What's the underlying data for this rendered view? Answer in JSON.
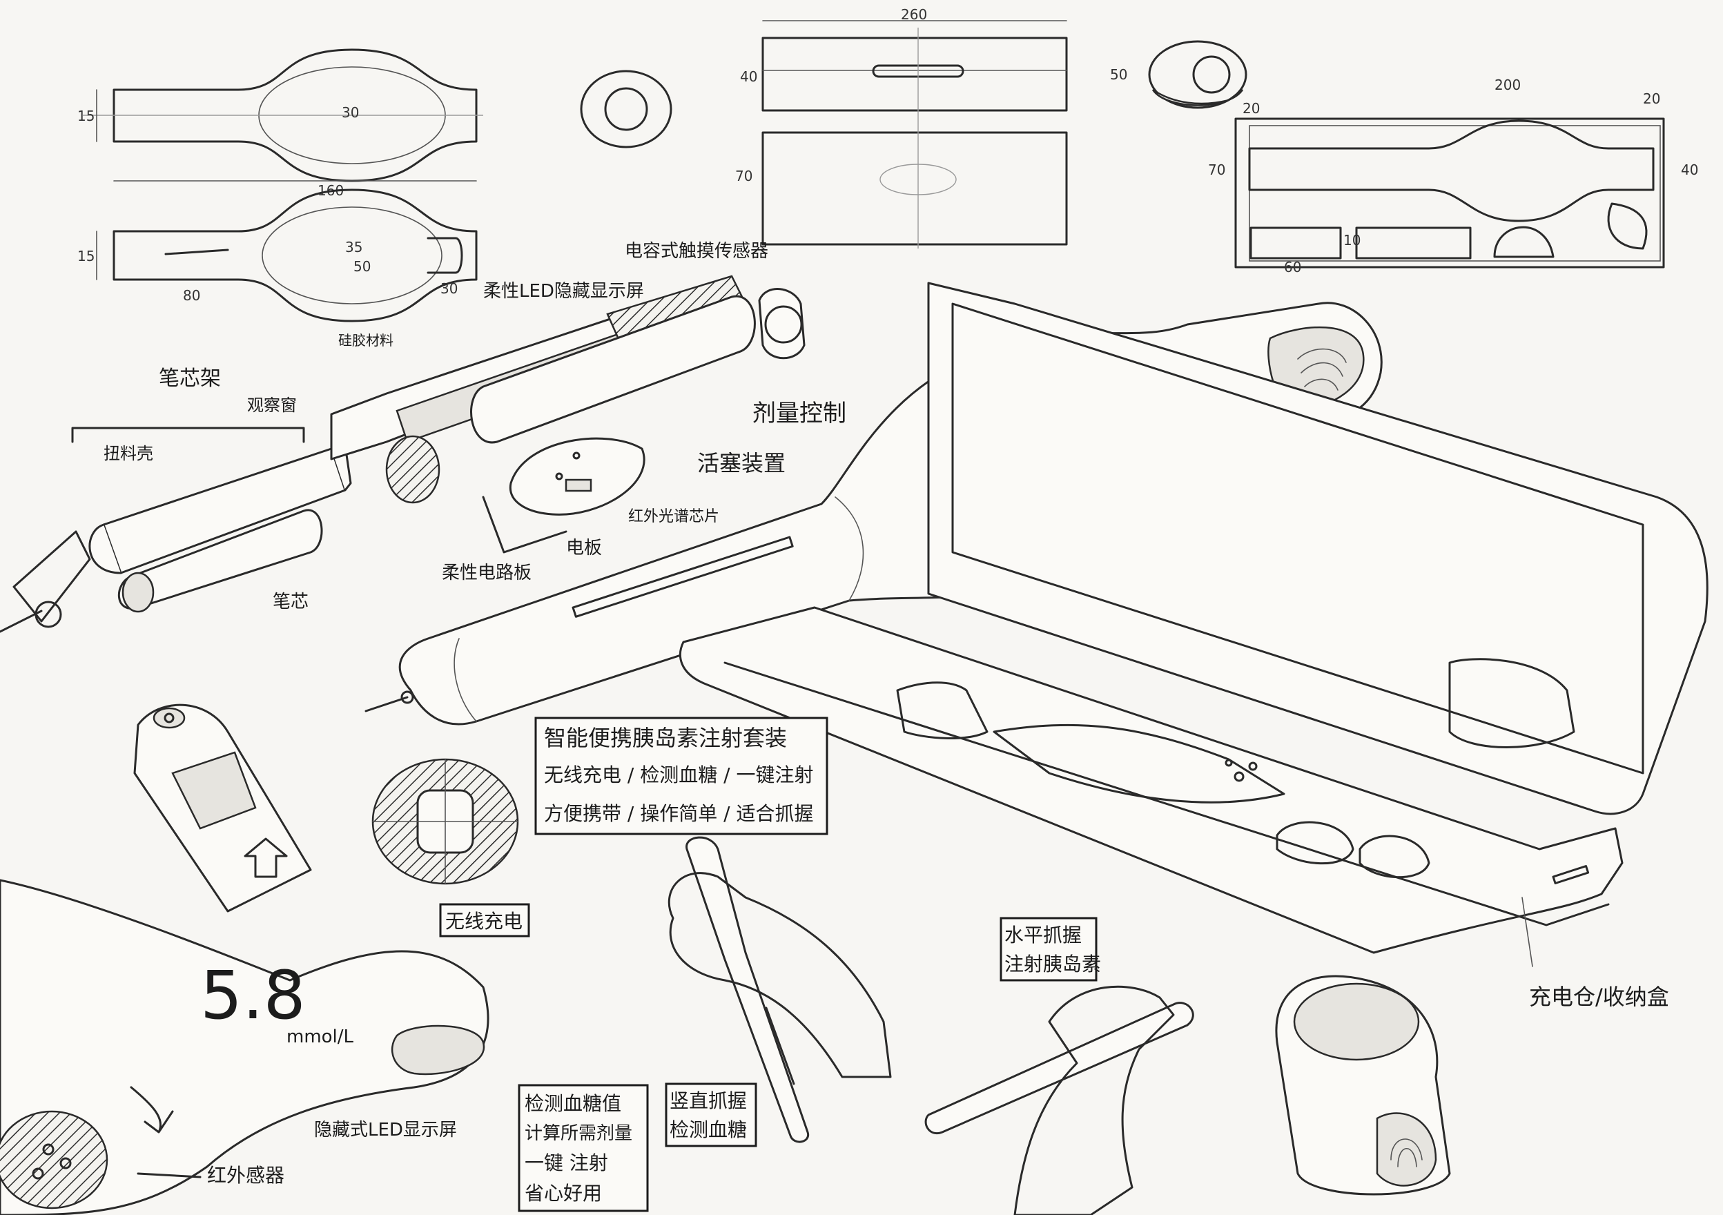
{
  "title_box": {
    "line1": "智能便携胰岛素注射套装",
    "line2": "无线充电 / 检测血糖 / 一键注射",
    "line3": "方便携带 / 操作简单 / 适合抓握"
  },
  "labels": {
    "pen_frame": "笔芯架",
    "twist_shell": "扭料壳",
    "view_window": "观察窗",
    "silicone": "硅胶材料",
    "flex_led": "柔性LED隐藏显示屏",
    "touch_sensor": "电容式触摸传感器",
    "dose_control": "剂量控制",
    "piston": "活塞装置",
    "ir_chip": "红外光谱芯片",
    "pcb": "电板",
    "flex_pcb": "柔性电路板",
    "cartridge": "笔芯",
    "wireless_charge": "无线充电",
    "charging_case": "充电仓/收纳盒",
    "hidden_led": "隐藏式LED显示屏",
    "ir_sensor": "红外感器",
    "vertical_grip_l1": "竖直抓握",
    "vertical_grip_l2": "检测血糖",
    "horizontal_grip_l1": "水平抓握",
    "horizontal_grip_l2": "注射胰岛素",
    "feature_l1": "检测血糖值",
    "feature_l2": "计算所需剂量",
    "feature_l3": "一键 注射",
    "feature_l4": "省心好用"
  },
  "display": {
    "reading": "5.8",
    "unit": "mmol/L"
  },
  "dimensions": {
    "d15a": "15",
    "d30": "30",
    "d160": "160",
    "d15b": "15",
    "d35": "35",
    "d50": "50",
    "d80": "80",
    "d30b": "30",
    "d260": "260",
    "d40a": "40",
    "d50b": "50",
    "d70a": "70",
    "d200": "200",
    "d20a": "20",
    "d20b": "20",
    "d70b": "70",
    "d40b": "40",
    "d60": "60",
    "d10": "10"
  }
}
